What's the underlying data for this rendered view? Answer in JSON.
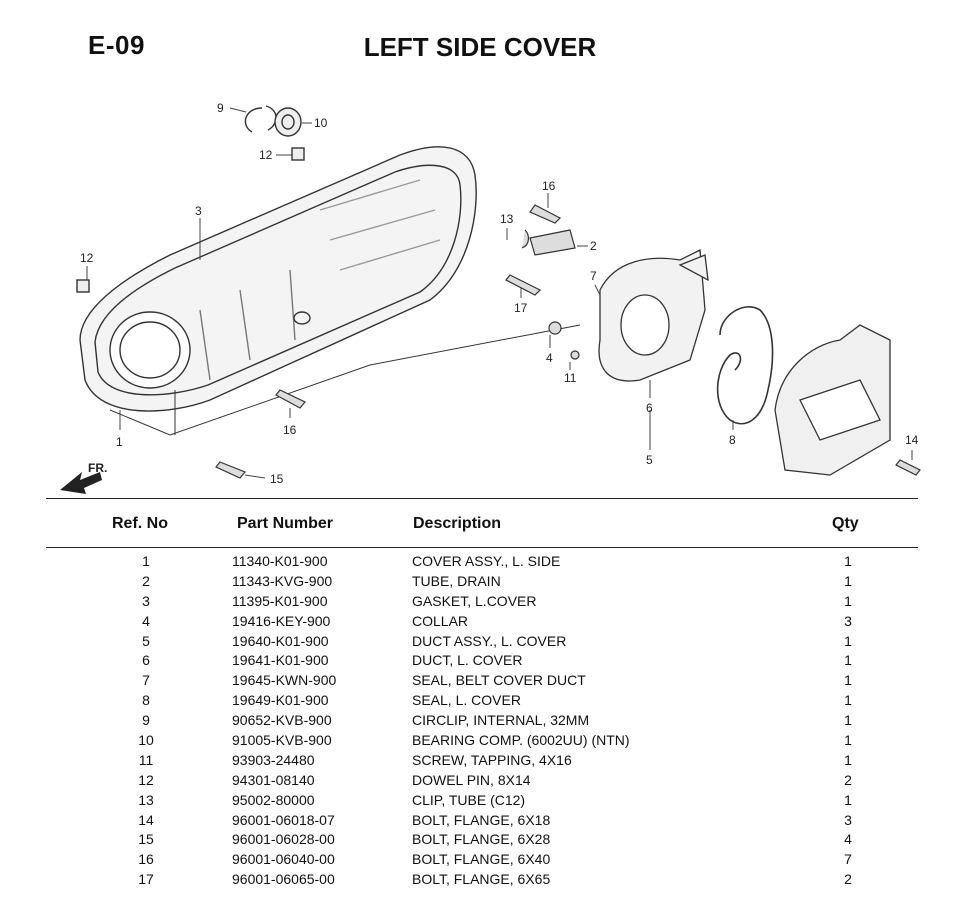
{
  "header": {
    "code": "E-09",
    "title": "LEFT SIDE COVER"
  },
  "diagram": {
    "callouts": [
      "9",
      "10",
      "12",
      "3",
      "16",
      "13",
      "2",
      "12",
      "7",
      "17",
      "4",
      "11",
      "6",
      "8",
      "14",
      "1",
      "16",
      "5",
      "15"
    ],
    "direction_label": "FR."
  },
  "table": {
    "columns": [
      "Ref. No",
      "Part Number",
      "Description",
      "Qty"
    ],
    "rows": [
      {
        "ref": "1",
        "part": "11340-K01-900",
        "desc": "COVER ASSY., L. SIDE",
        "qty": "1"
      },
      {
        "ref": "2",
        "part": "11343-KVG-900",
        "desc": "TUBE, DRAIN",
        "qty": "1"
      },
      {
        "ref": "3",
        "part": "11395-K01-900",
        "desc": "GASKET, L.COVER",
        "qty": "1"
      },
      {
        "ref": "4",
        "part": "19416-KEY-900",
        "desc": "COLLAR",
        "qty": "3"
      },
      {
        "ref": "5",
        "part": "19640-K01-900",
        "desc": "DUCT ASSY., L. COVER",
        "qty": "1"
      },
      {
        "ref": "6",
        "part": "19641-K01-900",
        "desc": "DUCT, L. COVER",
        "qty": "1"
      },
      {
        "ref": "7",
        "part": "19645-KWN-900",
        "desc": "SEAL, BELT COVER DUCT",
        "qty": "1"
      },
      {
        "ref": "8",
        "part": "19649-K01-900",
        "desc": "SEAL, L. COVER",
        "qty": "1"
      },
      {
        "ref": "9",
        "part": "90652-KVB-900",
        "desc": "CIRCLIP, INTERNAL, 32MM",
        "qty": "1"
      },
      {
        "ref": "10",
        "part": "91005-KVB-900",
        "desc": "BEARING COMP. (6002UU) (NTN)",
        "qty": "1"
      },
      {
        "ref": "11",
        "part": "93903-24480",
        "desc": "SCREW, TAPPING, 4X16",
        "qty": "1"
      },
      {
        "ref": "12",
        "part": "94301-08140",
        "desc": "DOWEL PIN, 8X14",
        "qty": "2"
      },
      {
        "ref": "13",
        "part": "95002-80000",
        "desc": "CLIP, TUBE (C12)",
        "qty": "1"
      },
      {
        "ref": "14",
        "part": "96001-06018-07",
        "desc": "BOLT, FLANGE, 6X18",
        "qty": "3"
      },
      {
        "ref": "15",
        "part": "96001-06028-00",
        "desc": "BOLT, FLANGE, 6X28",
        "qty": "4"
      },
      {
        "ref": "16",
        "part": "96001-06040-00",
        "desc": "BOLT, FLANGE, 6X40",
        "qty": "7"
      },
      {
        "ref": "17",
        "part": "96001-06065-00",
        "desc": "BOLT, FLANGE, 6X65",
        "qty": "2"
      }
    ]
  }
}
